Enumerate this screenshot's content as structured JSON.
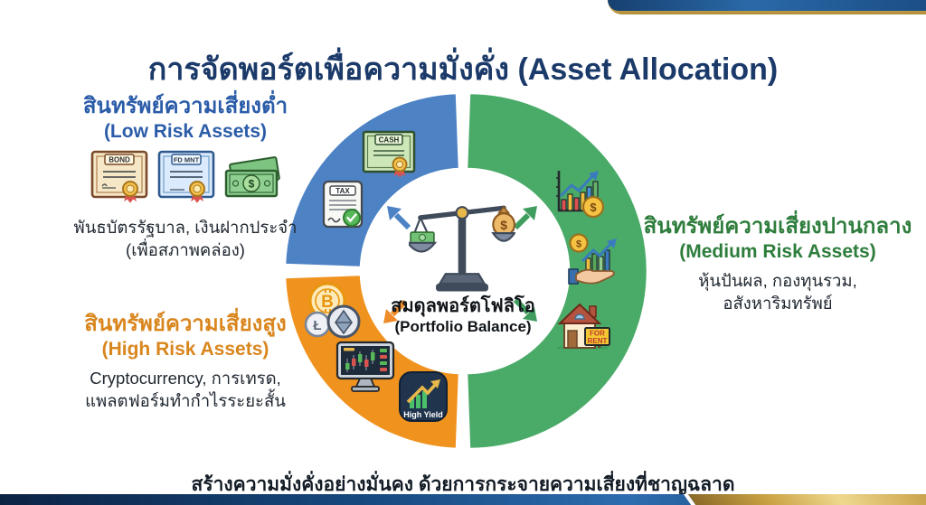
{
  "header": {
    "title": "การจัดพอร์ตเพื่อความมั่งคั่ง (Asset Allocation)"
  },
  "donut": {
    "segments": [
      {
        "name": "low-risk",
        "color": "#4d82c4",
        "fraction": 0.25,
        "position": "top-left"
      },
      {
        "name": "medium-risk",
        "color": "#4aab68",
        "fraction": 0.5,
        "position": "right-half"
      },
      {
        "name": "high-risk",
        "color": "#f0921e",
        "fraction": 0.25,
        "position": "bottom-left"
      }
    ]
  },
  "center": {
    "title_th": "สมดุลพอร์ตโฟลิโอ",
    "title_en": "(Portfolio Balance)"
  },
  "sections": {
    "low": {
      "title_th": "สินทรัพย์ความเสี่ยงต่ำ",
      "title_en": "(Low Risk Assets)",
      "desc1": "พันธบัตรรัฐบาล, เงินฝากประจำ",
      "desc2": "(เพื่อสภาพคล่อง)",
      "color": "#2b5ca8"
    },
    "medium": {
      "title_th": "สินทรัพย์ความเสี่ยงปานกลาง",
      "title_en": "(Medium Risk Assets)",
      "desc1": "หุ้นปันผล, กองทุนรวม,",
      "desc2": "อสังหาริมทรัพย์",
      "color": "#2e7d3c"
    },
    "high": {
      "title_th": "สินทรัพย์ความเสี่ยงสูง",
      "title_en": "(High Risk Assets)",
      "desc1": "Cryptocurrency, การเทรด,",
      "desc2": "แพลตฟอร์มทำกำไรระยะสั้น",
      "color": "#d9861e"
    }
  },
  "icon_labels": {
    "bond": "BOND",
    "fixed_deposit": "FD MNT",
    "cash_cert": "CASH",
    "tax": "TAX",
    "for_rent_1": "FOR",
    "for_rent_2": "RENT",
    "high_yield": "High Yield",
    "dollar": "$",
    "litecoin": "Ł",
    "bitcoin": "B"
  },
  "footer": {
    "tagline": "สร้างความมั่งคั่งอย่างมั่นคง ด้วยการกระจายความเสี่ยงที่ชาญฉลาด"
  }
}
